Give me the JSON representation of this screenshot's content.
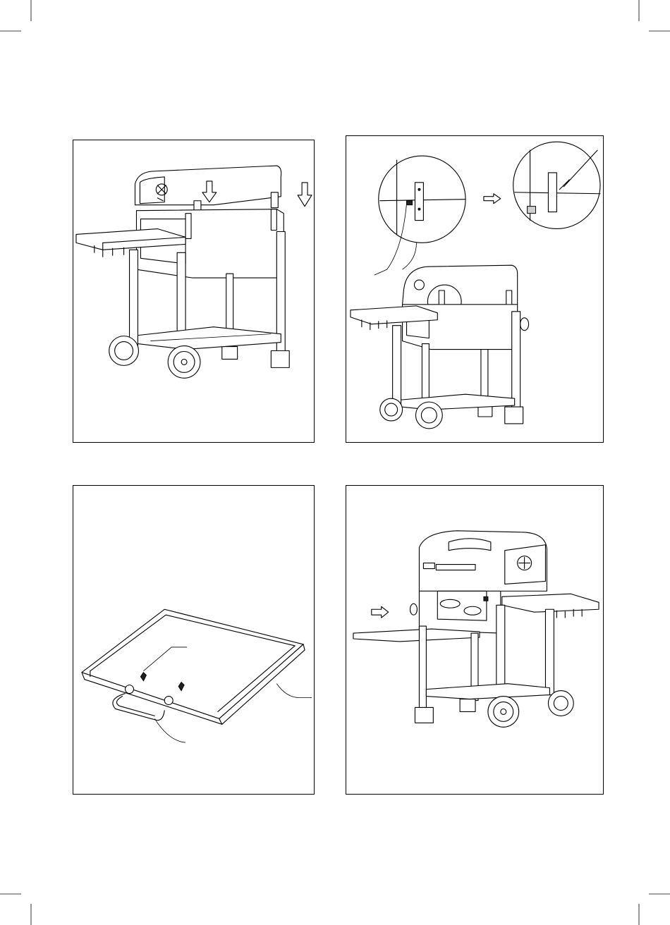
{
  "document": {
    "panels": [
      {
        "id": "step-1",
        "content": "illustration"
      },
      {
        "id": "step-2",
        "content": "illustration"
      },
      {
        "id": "step-3",
        "content": "illustration"
      },
      {
        "id": "step-4",
        "content": "illustration"
      }
    ]
  }
}
